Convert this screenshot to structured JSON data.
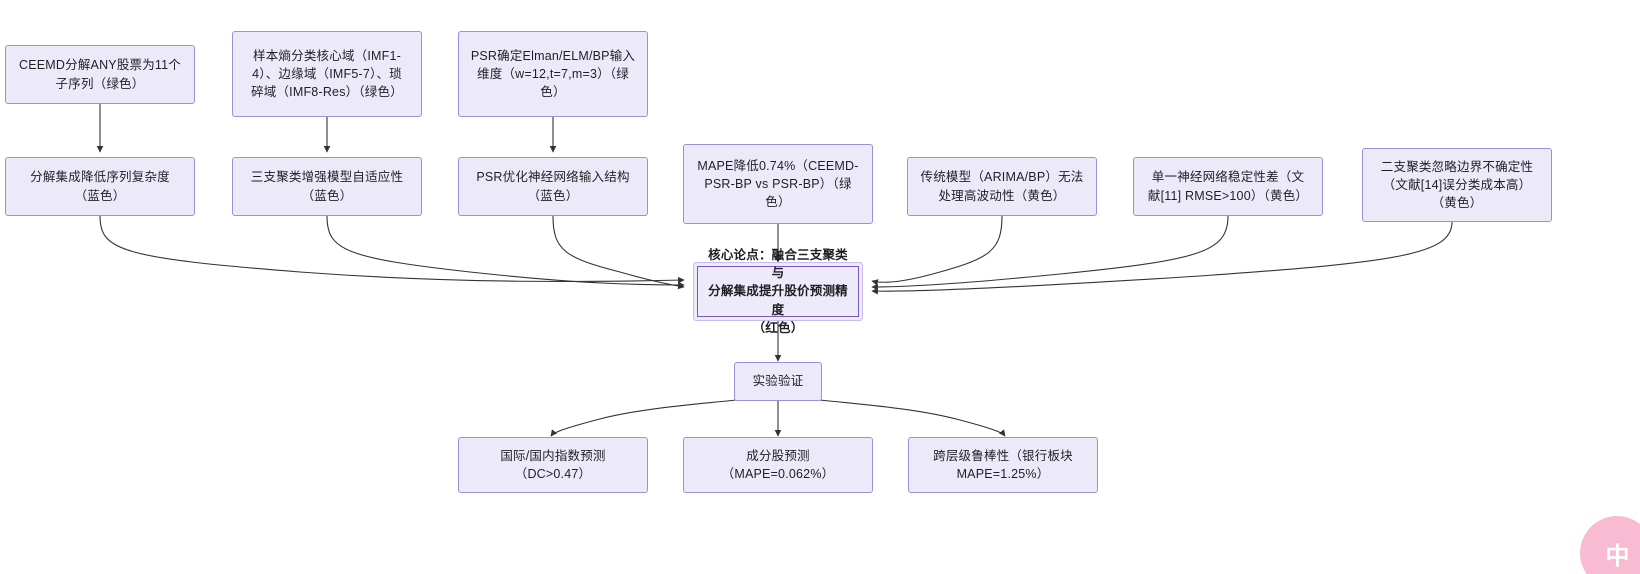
{
  "diagram": {
    "type": "flowchart",
    "title": "",
    "background_color": "#ffffff",
    "node_fill": "#ECEAF8",
    "node_border": "#9F8FD6",
    "core_border": "#7E57C2",
    "edge_color": "#333333",
    "nodes": {
      "row1": [
        {
          "id": "n1",
          "label": "CEEMD分解ANY股票为11个\n子序列（绿色）"
        },
        {
          "id": "n2",
          "label": "样本熵分类核心域（IMF1-\n4）、边缘域（IMF5-7）、琐\n碎域（IMF8-Res）（绿色）"
        },
        {
          "id": "n3",
          "label": "PSR确定Elman/ELM/BP输入\n维度（w=12,t=7,m=3）（绿\n色）"
        }
      ],
      "row2": [
        {
          "id": "n4",
          "label": "分解集成降低序列复杂度\n（蓝色）"
        },
        {
          "id": "n5",
          "label": "三支聚类增强模型自适应性\n（蓝色）"
        },
        {
          "id": "n6",
          "label": "PSR优化神经网络输入结构\n（蓝色）"
        },
        {
          "id": "n7",
          "label": "MAPE降低0.74%（CEEMD-\nPSR-BP vs PSR-BP）（绿\n色）"
        },
        {
          "id": "n8",
          "label": "传统模型（ARIMA/BP）无法\n处理高波动性（黄色）"
        },
        {
          "id": "n9",
          "label": "单一神经网络稳定性差（文\n献[11] RMSE>100）（黄色）"
        },
        {
          "id": "n10",
          "label": "二支聚类忽略边界不确定性\n（文献[14]误分类成本高）\n（黄色）"
        }
      ],
      "core": {
        "id": "core",
        "label": "核心论点：融合三支聚类与\n分解集成提升股价预测精度\n（红色）"
      },
      "verify": {
        "id": "verify",
        "label": "实验验证"
      },
      "row4": [
        {
          "id": "n11",
          "label": "国际/国内指数预测\n（DC>0.47）"
        },
        {
          "id": "n12",
          "label": "成分股预测\n（MAPE=0.062%）"
        },
        {
          "id": "n13",
          "label": "跨层级鲁棒性（银行板块\nMAPE=1.25%）"
        }
      ]
    },
    "watermark": {
      "text": "中"
    }
  }
}
